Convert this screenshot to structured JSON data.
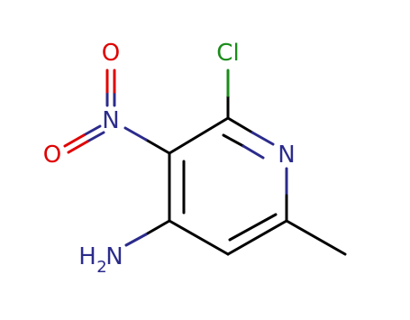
{
  "molecule": {
    "atoms": {
      "chlorine": {
        "label": "Cl",
        "color": "#1a8c1a"
      },
      "ring_nitrogen": {
        "label": "N",
        "color": "#2b2b8c"
      },
      "nitro_nitrogen": {
        "label": "N",
        "color": "#2b2b8c"
      },
      "nitro_oxygen_top": {
        "label": "O",
        "color": "#e00000"
      },
      "nitro_oxygen_left": {
        "label": "O",
        "color": "#e00000"
      },
      "amine_h": {
        "label": "H",
        "color": "#2b2b8c"
      },
      "amine_sub": {
        "label": "2",
        "color": "#2b2b8c"
      },
      "amine_n": {
        "label": "N",
        "color": "#2b2b8c"
      }
    },
    "colors": {
      "bond": "#000000",
      "nitrogen": "#2b2b8c",
      "oxygen": "#e00000",
      "chlorine": "#1a8c1a"
    }
  }
}
